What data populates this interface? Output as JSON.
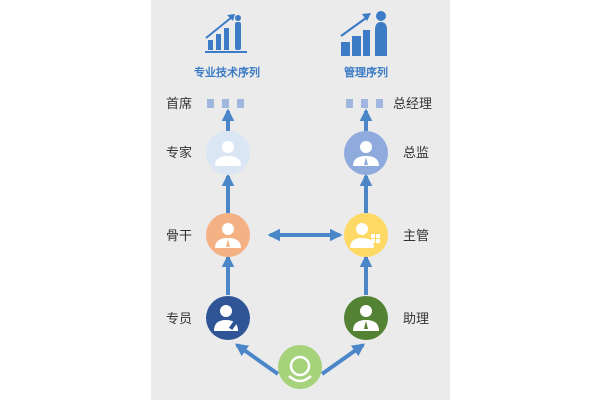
{
  "headers": {
    "left": "专业技术序列",
    "right": "管理序列"
  },
  "left_track": {
    "level1": "专员",
    "level2": "骨干",
    "level3": "专家",
    "level4": "首席"
  },
  "right_track": {
    "level1": "助理",
    "level2": "主管",
    "level3": "总监",
    "level4": "总经理"
  },
  "icons": {
    "header_left": "growth-chart-with-people-icon",
    "header_right": "growth-chart-with-person-icon",
    "start": "employee-avatar-icon",
    "specialist": "employee-avatar-icon",
    "backbone": "employee-avatar-icon",
    "expert": "employee-avatar-icon",
    "assistant": "employee-avatar-icon",
    "supervisor": "employee-avatar-icon",
    "director": "employee-avatar-icon"
  },
  "colors": {
    "panel_bg": "#ebebeb",
    "arrow": "#4a86c8",
    "title": "#3c7cc6",
    "start_node": "#a5d27a",
    "specialist_node": "#2f5597",
    "backbone_node": "#f4b183",
    "expert_node": "#dae6f3",
    "assistant_node": "#548235",
    "supervisor_node": "#ffd966",
    "director_node": "#8faadc"
  }
}
